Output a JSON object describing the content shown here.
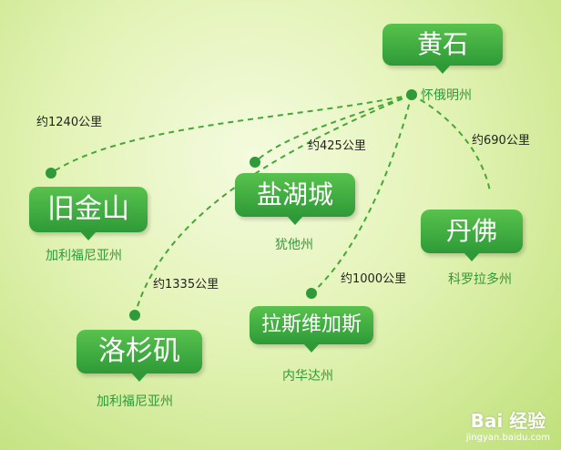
{
  "cities": {
    "huangshi": {
      "name": "黄石",
      "state": "怀俄明州"
    },
    "jiujinshan": {
      "name": "旧金山",
      "state": "加利福尼亚州"
    },
    "yanhucheng": {
      "name": "盐湖城",
      "state": "犹他州"
    },
    "danfo": {
      "name": "丹佛",
      "state": "科罗拉多州"
    },
    "luoshanji": {
      "name": "洛杉矶",
      "state": "加利福尼亚州"
    },
    "lasiweijiasi": {
      "name": "拉斯维加斯",
      "state": "内华达州"
    }
  },
  "distances": {
    "to_jiujinshan": "约1240公里",
    "to_yanhucheng": "约425公里",
    "to_danfo": "约690公里",
    "to_luoshanji": "约1335公里",
    "to_lasiweijiasi": "约1000公里"
  },
  "watermark": {
    "main": "Bai 经验",
    "sub": "jingyan.baidu.com"
  },
  "colors": {
    "bubble": "#3faa3f",
    "route": "#46a637",
    "state_text": "#2d9a3a"
  }
}
